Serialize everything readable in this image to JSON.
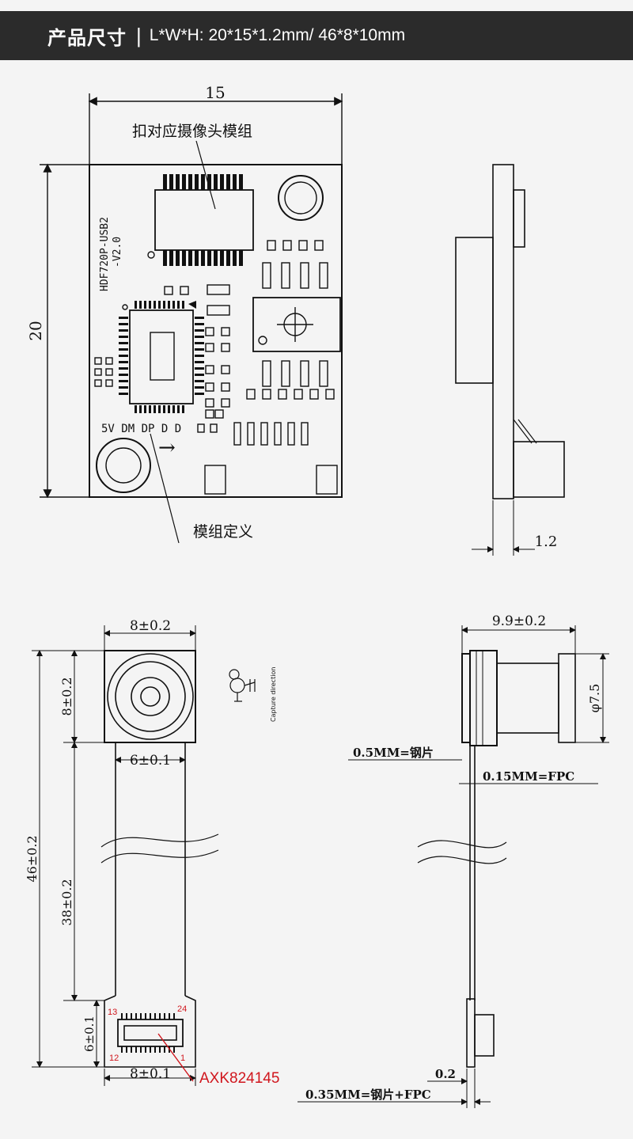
{
  "header": {
    "title": "产品尺寸",
    "separator": "|",
    "dimensions": "L*W*H:  20*15*1.2mm/  46*8*10mm"
  },
  "board": {
    "width_label": "15",
    "height_label": "20",
    "thickness_label": "1.2",
    "camera_pads_note": "扣对应摄像头模组",
    "model_text_line1": "HDF720P-USB2",
    "model_text_line2": "-V2.0",
    "pin_labels": "5V DM DP D D",
    "arrow": "→",
    "pin_definition_note": "模组定义"
  },
  "module": {
    "head_width": "8±0.2",
    "head_height": "8±0.2",
    "flex_width": "6±0.1",
    "total_length": "46±0.2",
    "flex_length": "38±0.2",
    "connector_height": "6±0.1",
    "connector_width": "8±0.1",
    "connector_part": "AXK824145",
    "pin_13": "13",
    "pin_24": "24",
    "pin_12": "12",
    "pin_1": "1",
    "capture_direction": "Capture direction",
    "lens_depth": "9.9±0.2",
    "lens_diameter": "φ7.5",
    "steel_thickness": "0.5MM=钢片",
    "fpc_thickness": "0.15MM=FPC",
    "end_thickness": "0.2",
    "total_thickness": "0.35MM=钢片+FPC"
  },
  "colors": {
    "accent_red": "#d0161d",
    "line": "#111111",
    "banner": "#2b2b2b"
  }
}
